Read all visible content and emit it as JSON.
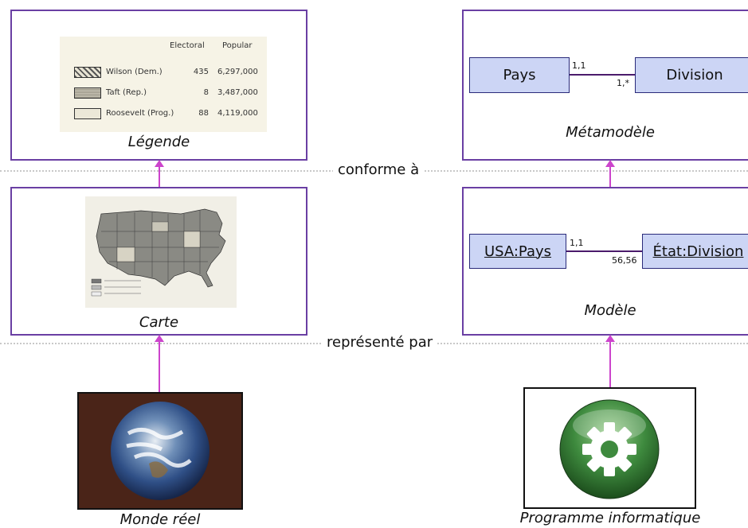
{
  "relations": {
    "conforms_to": "conforme à",
    "represented_by": "représenté par"
  },
  "left": {
    "legend_box": {
      "caption": "Légende",
      "legend": {
        "header_electoral": "Electoral",
        "header_popular": "Popular",
        "rows": [
          {
            "party": "Wilson (Dem.)",
            "electoral": "435",
            "popular": "6,297,000"
          },
          {
            "party": "Taft (Rep.)",
            "electoral": "8",
            "popular": "3,487,000"
          },
          {
            "party": "Roosevelt (Prog.)",
            "electoral": "88",
            "popular": "4,119,000"
          }
        ]
      }
    },
    "map_box": {
      "caption": "Carte"
    },
    "bottom": {
      "caption": "Monde réel"
    }
  },
  "right": {
    "metamodel_box": {
      "caption": "Métamodèle",
      "class_left": "Pays",
      "class_right": "Division",
      "mult_left": "1,1",
      "mult_right": "1,*"
    },
    "model_box": {
      "caption": "Modèle",
      "class_left": "USA:Pays",
      "class_right": "État:Division",
      "mult_left": "1,1",
      "mult_right": "56,56"
    },
    "bottom": {
      "caption": "Programme informatique"
    }
  },
  "colors": {
    "box_border": "#6a3fa3",
    "arrow": "#cc44cc",
    "class_fill": "#ccd5f5",
    "gear_green": "#3e8a3e"
  },
  "icons": {
    "gear": "gear-icon",
    "earth": "earth-photo",
    "map": "us-map-image"
  }
}
